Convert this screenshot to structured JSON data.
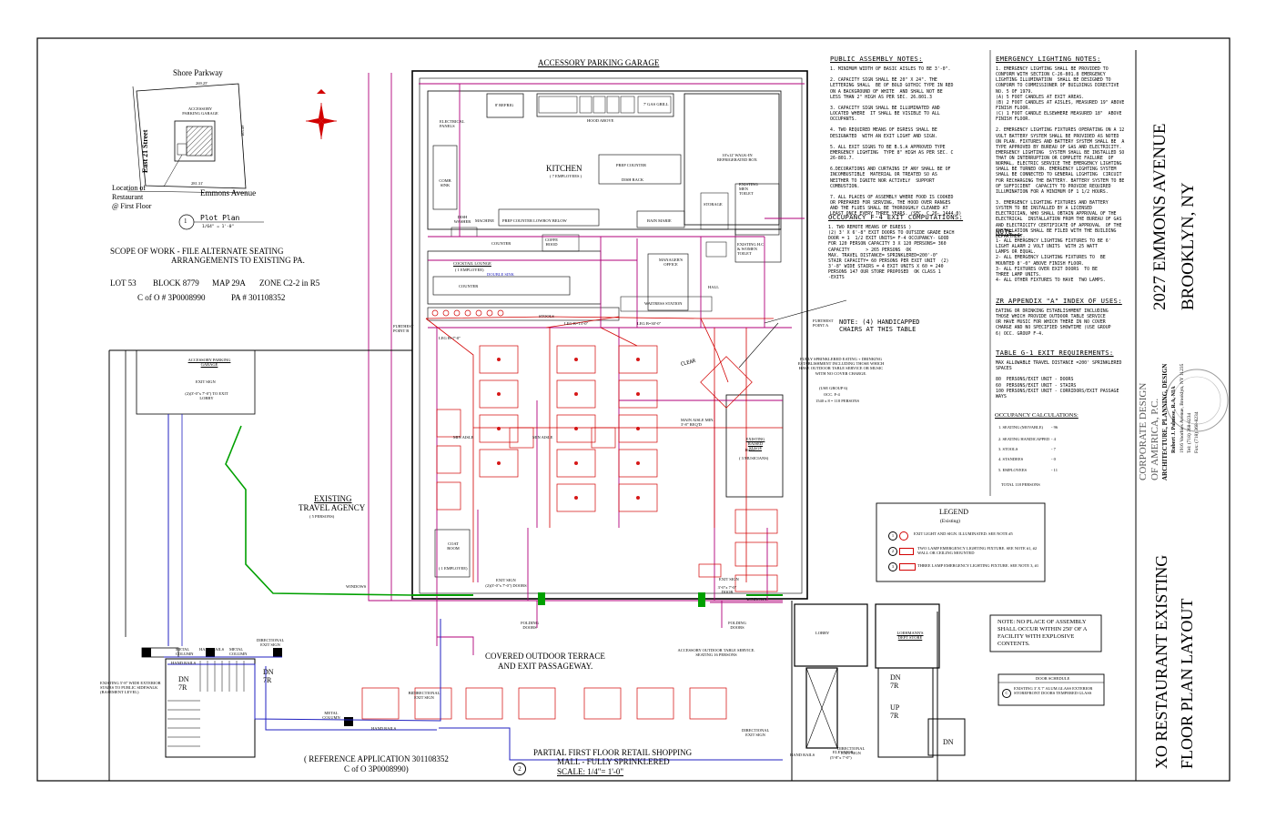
{
  "plot_plan": {
    "street_top": "Shore Parkway",
    "street_left": "East 21 Street",
    "street_bottom": "Emmons Avenue",
    "dim_top": "269.25'",
    "dim_bottom": "281.31'",
    "dim_right": "183.49'",
    "parking_label": "ACCESSORY PARKING GARAGE",
    "location_note": [
      "Location of",
      "Restaurant",
      "@ First Floor"
    ],
    "plan_number": "1",
    "plan_title": "Plot Plan",
    "plan_scale": "1/64\" = 1'-0\""
  },
  "scope": {
    "line1": "SCOPE OF WORK - FILE ALTERNATE SEATING",
    "line2": "ARRANGEMENTS TO EXISTING PA.",
    "lot": "LOT 53",
    "block": "BLOCK 8779",
    "map": "MAP 29A",
    "zone": "ZONE C2-2 in R5",
    "cofo": "C of O # 3P0008990",
    "pa": "PA # 301108352"
  },
  "plan": {
    "parking_garage": "ACCESSORY PARKING GARAGE",
    "kitchen": "KITCHEN",
    "kitchen_employees": "( 7 EMPLOYEES )",
    "hood_above": "HOOD ABOVE",
    "refrig": "8' REFRIG",
    "gas_grill": "7' GAS GRILL",
    "walk_in": "10'x12' WALK-IN REFRIGERATED BOX",
    "electrical_panels": "ELECTRICAL PANELS",
    "prep_counter": "PREP COUNTER",
    "dish_rack": "DISH RACK",
    "comb_sink": "COMB SINK",
    "dish_washer": "DISH WASHER",
    "machine": "MACHINE",
    "prep_lowboy": "PREP COUNTER LOWBOY BELOW",
    "bain_marie": "BAIN MARIE",
    "storage": "STORAGE",
    "toilet_men": "EXISTING MEN TOILET",
    "toilet_women": "EXISTING H.C & WOMEN TOILET",
    "counter": "COUNTER",
    "coffe_hood": "COFFE HOOD",
    "cocktail_lounge": "COCKTAIL LOUNGE",
    "one_employee": "( 1 EMPLOYEE)",
    "double_sink": "DOUBLE SINK",
    "stools": "STOOLS",
    "managers_office": "MANAGER'S OFFICE",
    "waitress_station": "WAITRESS STATION",
    "hall": "HALL",
    "furthest_b": "FURTHEST POINT B",
    "furthest_a": "FURTHEST POINT A",
    "leg_b1": "LEG B=7'-0\"",
    "leg_b2": "LEG B=13'-0\"",
    "leg_b3": "LEG B=30'-0\"",
    "min_aisle_1": "MIN AISLE",
    "min_aisle_2": "MIN AISLE",
    "main_aisle": "MAIN AISLE MIN. 3'-8\" REQ'D",
    "clear": "CLEAR",
    "handicap_note": "NOTE: (4) HANDICAPPED CHAIRS AT THIS TABLE",
    "sprinkler_note": "FULLY SPRINKLERED EATING + DRINKING ESTABLISHMENT INCLUDING THOSE WHICH HAVE OUTDOOR TABLE SERVICE OR MUSIC WITH NO COVER CHARGE.",
    "use_group": "(USE GROUP 6)",
    "occ": "OCC. F-4",
    "occ_calc": "1540 x 8 = 118 PERSONS",
    "stage": "EXISTING RAISED STAGE",
    "stage_dim": "16x11'",
    "musicians": "( 3 MUSICIANS)",
    "coat_room": "COAT ROOM",
    "exit_sign_1": "EXIT SIGN",
    "exit_sign_2": "EXIT SIGN",
    "exit_doors_1": "(2)(3'-0\"x 7'-0\") DOORS",
    "exit_doors_2": "3'-0\"x 7'-0\" DOOR",
    "folding_doors_1": "FOLDING DOORS",
    "folding_doors_2": "FOLDING DOORS",
    "windows_1": "WINDOWS",
    "windows_2": "WINDOWS",
    "outdoor_terrace": "COVERED OUTDOOR TERRACE",
    "exit_passage": "AND EXIT PASSAGEWAY.",
    "outdoor_service": "ACCESSORY OUTDOOR TABLE SERVICE. SEATING 16 PERSONS",
    "lobby": "LOBBY",
    "loehmanns": "LOEHMANN'S DEPT STORE",
    "elevator": "ELEVATOR",
    "elevator_dim": "(5'-8\"x 7'-0\")",
    "existing_travel": "EXISTING",
    "travel_agency": "TRAVEL AGENCY",
    "travel_persons": "( 5 PERSONS)",
    "accessory_garage_small": "ACCESSORY PARKING GARAGE",
    "exit_sign_small": "EXIT SIGN",
    "to_exit_lobby": "(2)(3'-0\"x 7'-0\") TO EXIT LOBBY",
    "hand_rails": "HAND RAILS",
    "metal_column": "METAL COLUMN",
    "directional_exit": "DIRECTIONAL EXIT SIGN",
    "stair_note": "EXISTING 5'-8\" WIDE EXTERIOR STAIRS TO PUBLIC SIDEWALK (BASEMENT LEVEL)",
    "dn": "DN",
    "up": "UP",
    "r7": "7R",
    "shopping_1": "PARTIAL FIRST FLOOR RETAIL SHOPPING",
    "shopping_2": "MALL - FULLY SPRINKLERED",
    "plan_number": "2",
    "plan_scale": "SCALE: 1/4\"= 1'-0\"",
    "reference": "( REFERENCE APPLICATION 301108352",
    "reference_cofo": "C of O  3P0008990)",
    "one_employee_coat": "( 1 EMPLOYEE)",
    "bidirectional_exit": "BIDIRECTIONAL EXIT SIGN"
  },
  "public_assembly": {
    "title": "PUBLIC ASSEMBLY NOTES:",
    "body": "1. MINIMUM WIDTH OF BASIC AISLES TO BE 3'-0\".\n\n2. CAPACITY SIGN SHALL BE 20\" X 24\". THE\nLETTERING SHALL  BE OF BOLD GOTHIC TYPE IN RED\nON A BACKGROUND OF WHITE  AND SHALL NOT BE\nLESS THAN 2\" HIGH AS PER SEC. 26.801.3\n\n3. CAPACITY SIGN SHALL BE ILLUMINATED AND\nLOCATED WHERE  IT SHALL BE VISIBLE TO ALL\nOCCUPANTS.\n\n4. TWO REQUIRED MEANS OF EGRESS SHALL BE\nDESIGNATED  WITH AN EXIT LIGHT AND SIGN.\n\n5. ALL EXIT SIGNS TO BE B.S.A APPROVED TYPE\nEMERGENCY LIGHTING  TYPE 8\" HIGH AS PER SEC. C\n26-801.7.\n\n6.DECORATIONS AND CURTAINS IF ANY SHALL BE OF\nINCOMBUSTIBLE  MATERIAL OR TREATED SO AS\nNEITHER TO IGNITE NOR ACTIVELY  SUPPORT\nCOMBUSTION.\n\n7. ALL PLACES OF ASSEMBLY WHERE FOOD IS COOKED\nOR PREPARED FOR SERVING, THE HOOD OVER RANGES\nAND THE FLUES SHALL BE THOROUGHLY CLEANED AT\nLEAST ONCE EVERY THREE YEARS. (SEC. C 26- 1444.0)"
  },
  "occupancy_exit": {
    "title": "OCCUPANCY F-4 EXIT COMPUTATIONS:",
    "body": "1. TWO REMOTE MEANS OF EGRESS )\n(2) 3' X 6'-8\" EXIT DOORS TO OUTSIDE GRADE EACH\nDOOR = 1  1/2 EXIT UNITS= F-4 OCCUPANCY- GOOD\nFOR 120 PERSON CAPACITY 3 X 120 PERSONS= 360\nCAPACITY      > 265 PERSONS  OK\nMAX. TRAVEL DISTANCE= SPRINKLERED=200'-0\"\nSTAIR CAPACITY= 60 PERSONS PER EXIT UNIT  (2)\n3'-8\" WIDE STAIRS = 4 EXIT UNITS X 60 = 240\nPERSONS 147 OUR STORE PROPOSED  OK CLASS 1\n-EXITS"
  },
  "emergency": {
    "title": "EMERGENCY LIGHTING NOTES:",
    "body": "1. EMERGENCY LIGHTING SHALL BE PROVIDED TO\nCONFORM WITH SECTION C-26-801.8 EMERGENCY\nLIGHTING ILLUMINATION  SHALL BE DESIGNED TO\nCONFORM TO COMMISSIONER OF BUILDINGS DIRECTIVE\nNO. 5 OF 1979.\n(A) 5 FOOT CANDLES AT EXIT AREAS.\n(B) 2 FOOT CANDLES AT AISLES, MEASURED 19\" ABOVE\nFINISH FLOOR.\n(C) 1 FOOT CANDLE ELSEWHERE MEASURED 18\"  ABOVE\nFINISH FLOOR.\n\n2. EMERGENCY LIGHTING FIXTURES OPERATING ON A 12\nVOLT BATTERY SYSTEM SHALL BE PROVIDED AS NOTED\nON PLAN. FIXTURES AND BATTERY SYSTEM SHALL BE  A\nTYPE APPROVED BY BUREAU OF GAS AND ELECTRICITY.\nEMERGENCY LIGHTING  SYSTEM SHALL BE INSTALLED SO\nTHAT ON INTERRUPTION OR COMPLETE FAILURE  OF\nNORMAL, ELECTRIC SERVICE THE EMERGENCY LIGHTING\nSHALL BE TURNED ON. EMERGENCY LIGHTING SYSTEM\nSHALL BE CONNECTED TO GENERAL LIGHTING  CIRCUIT\nFOR RECHARGING THE BATTERY. BATTERY SYSTEM TO BE\nOF SUFFICIENT  CAPACITY TO PROVIDE REQUIRED\nILLUMINATION FOR A MINIMUM OF 1 1/2 HOURS.\n\n3. EMERGENCY LIGHTING FIXTURES AND BATTERY\nSYSTEM TO BE INSTALLED BY A LICENSED\nELECTRICIAN, WHO SHALL OBTAIN APPROVAL OF THE\nELECTRICAL  INSTALLATION FROM THE BUREAU OF GAS\nAND ELECTRICITY CERTIFICATE OF APPROVAL  OF THE\nINSTALLATION SHALL BE FILED WITH THE BUILDING\nDEPARTMENT.",
    "note_title": "NOTE :",
    "note_body": "1- ALL EMERGENCY LIGHTING FIXTURES TO BE 6'\nLIGHT ALARM 2 VOLT UNITS  WITH 25 WATT\nLAMPS OR EQUAL.\n2- ALL EMERGENCY LIGHTING FIXTURES TO  BE\nMOUNTED 8'-0\" ABOVE FINISH FLOOR.\n3- ALL FIXTURES OVER EXIT DOORS  TO BE\nTHREE LAMP UNITS.\n4- ALL OTHER FIXTURES TO HAVE  TWO LAMPS."
  },
  "zr": {
    "title": "ZR APPENDIX \"A\" INDEX OF USES:",
    "body": "EATING OR DRINKING ESTABLISHMENT INCLUDING\nTHOSE WHICH PROVIDE OUTDOOR TABLE SERVICE\nOR HAVE MUSIC FOR WHICH THERE IN NO COVER\nCHARGE AND NO SPECIFIED SHOWTIME (USE GROUP\n6) OCC. GROUP F-4."
  },
  "table_g1": {
    "title": "TABLE G-1 EXIT REQUIREMENTS:",
    "body": "MAX ALLOWABLE TRAVEL DISTANCE =200' SPRINKLERED\nSPACES\n\n80  PERSONS/EXIT UNIT - DOORS\n60  PERSONS/EXIT UNIT - STAIRS\n100 PERSONS/EXIT UNIT - CORRIDORS/EXIT PASSAGE\nWAYS"
  },
  "occupancy_calc": {
    "title": "OCCUPANCY CALCULATIONS:",
    "rows": [
      {
        "label": "1. SEATING (MOVABLE)",
        "value": "- 96"
      },
      {
        "label": "2. SEATING HANDICAPPED",
        "value": "- 4"
      },
      {
        "label": "3. STOOLS",
        "value": "- 7"
      },
      {
        "label": "4. STANDEES",
        "value": "- 0"
      },
      {
        "label": "5. EMPLOYEES",
        "value": "- 11"
      }
    ],
    "total": "TOTAL 118 PERSONS"
  },
  "legend": {
    "title": "LEGEND",
    "subtitle": "(Existing)",
    "items": [
      "EXIT LIGHT AND SIGN. ILLUMINATED. SEE NOTE #5",
      "TWO LAMP EMERGENCY LIGHTING FIXTURE. SEE NOTE #1, #2 WALL OR CEILING MOUNTED",
      "THREE LAMP EMERGENCY LIGHTING FIXTURE. SEE NOTE 3, #1"
    ],
    "markers": [
      "1",
      "2",
      "3"
    ]
  },
  "assembly_note": "NOTE: NO PLACE OF ASSEMBLY SHALL OCCUR WITHIN 250' OF A FACILITY  WITH EXPLOSIVE CONTENTS.",
  "door_schedule": {
    "title": "DOOR SCHEDULE",
    "marker": "C",
    "text": "EXISTING 3' X 7' ALUM.GLASS EXTERIOR STOREFRONT DOORS TEMPERED GLASS"
  },
  "title_block": {
    "address": "2027 EMMONS AVENUE",
    "city": "BROOKLYN, NY",
    "project_1": "XO RESTAURANT EXISTING",
    "project_2": "FLOOR PLAN LAYOUT",
    "firm_1": "CORPORATE DESIGN",
    "firm_2": "OF AMERICA, P.C.",
    "firm_3": "ARCHITECTURE, PLANNING, DESIGN",
    "principal": "Robert J. Palmese, R.A, NIA",
    "contact": "1916 Voorhies Avenue, Brooklyn, NY 11235",
    "tel": "Tel: (718) 368-8234",
    "fax": "Fax: (718) 368-8234"
  },
  "colors": {
    "wall": "#000000",
    "egress": "#d20000",
    "partition": "#b0007a",
    "glazing": "#00a000",
    "stair": "#2020c0"
  }
}
